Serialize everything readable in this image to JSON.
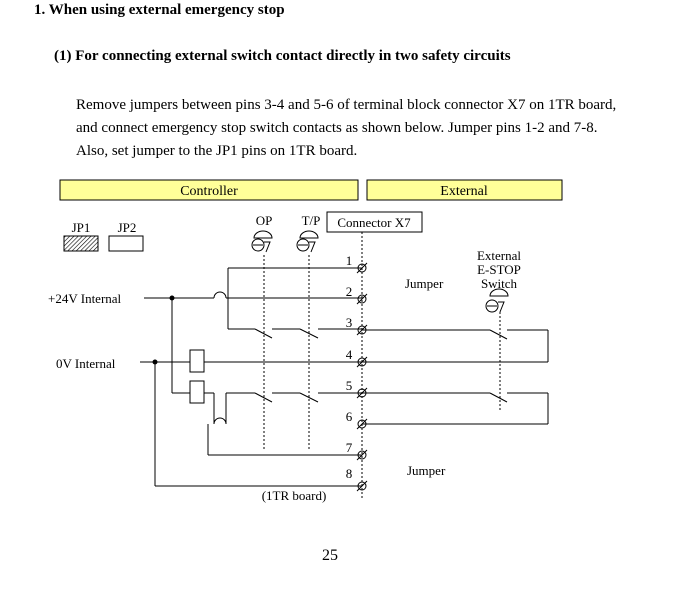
{
  "heading": "1.   When using external emergency stop",
  "subheading": "(1) For connecting external switch contact directly in two safety circuits",
  "paragraph": [
    "Remove jumpers between pins 3-4 and 5-6 of terminal block connector X7 on 1TR board,",
    "and connect emergency stop switch contacts as shown below.   Jumper pins 1-2 and 7-8.",
    "Also, set jumper to the JP1 pins on 1TR board."
  ],
  "diagram": {
    "controller_label": "Controller",
    "external_label": "External",
    "jp1_label": "JP1",
    "jp2_label": "JP2",
    "op_label": "OP",
    "tp_label": "T/P",
    "connector_label": "Connector X7",
    "v24_label": "+24V  Internal",
    "v0_label": "0V  Internal",
    "jumper_top_label": "Jumper",
    "jumper_bottom_label": "Jumper",
    "estop_label_1": "External",
    "estop_label_2": "E-STOP",
    "estop_label_3": "Switch",
    "board_label": "(1TR board)",
    "pins": [
      "1",
      "2",
      "3",
      "4",
      "5",
      "6",
      "7",
      "8"
    ],
    "colors": {
      "bar_fill": "#ffff99",
      "line": "#000000"
    }
  },
  "page_number": "25"
}
